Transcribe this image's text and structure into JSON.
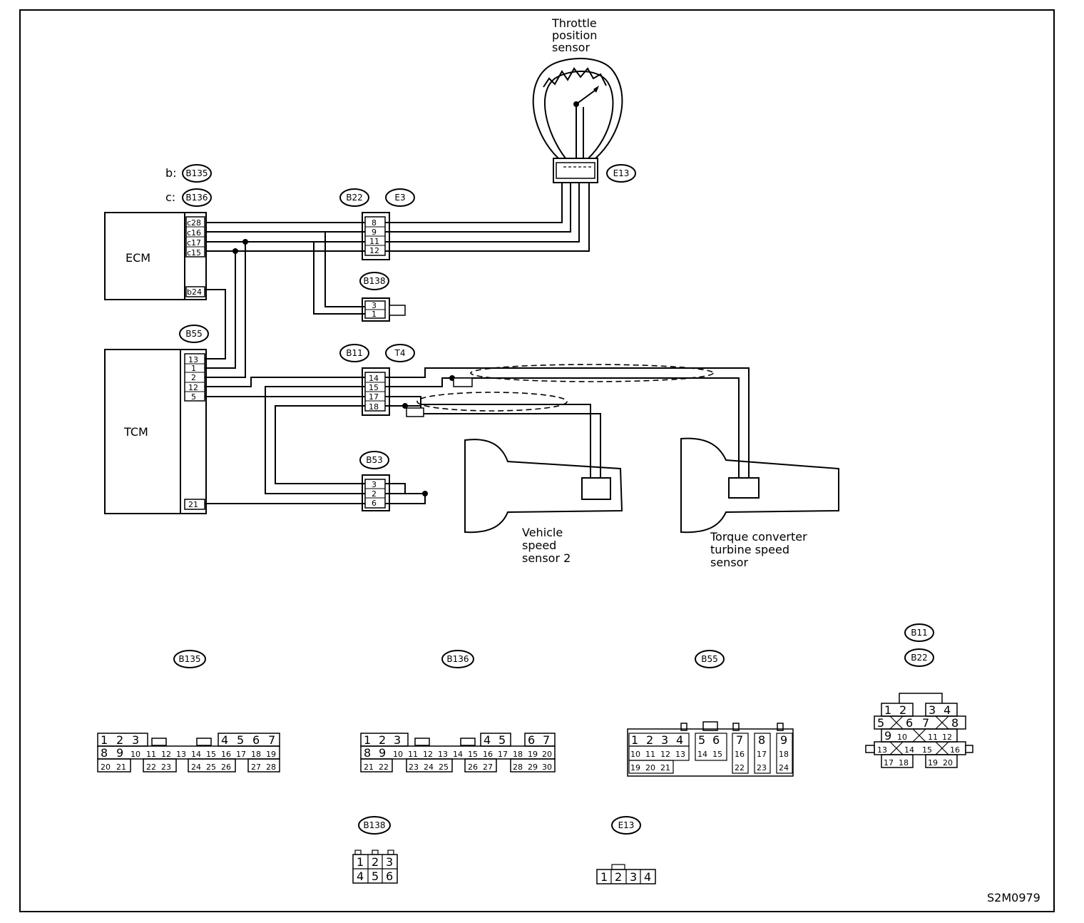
{
  "sensor_labels": {
    "throttle": [
      "Throttle",
      "position",
      "sensor"
    ],
    "vss": [
      "Vehicle",
      "speed",
      "sensor 2"
    ],
    "tcts": [
      "Torque converter",
      "turbine speed",
      "sensor"
    ]
  },
  "modules": {
    "ecm": "ECM",
    "tcm": "TCM"
  },
  "prefix": {
    "b": "b:",
    "c": "c:"
  },
  "connectors": {
    "b135": "B135",
    "b136": "B136",
    "b22": "B22",
    "e3": "E3",
    "e13": "E13",
    "b138": "B138",
    "b55": "B55",
    "b11": "B11",
    "t4": "T4",
    "b53": "B53"
  },
  "ecm_pins": [
    "c28",
    "c16",
    "c17",
    "c15",
    "b24"
  ],
  "tcm_pins": [
    "13",
    "1",
    "2",
    "12",
    "5",
    "21"
  ],
  "b22_pins": [
    "8",
    "9",
    "11",
    "12"
  ],
  "b138_pins": [
    "3",
    "1"
  ],
  "b11_pins": [
    "14",
    "15",
    "17",
    "18"
  ],
  "b53_pins": [
    "3",
    "2",
    "6"
  ],
  "faces": {
    "b135": {
      "row1": [
        "1",
        "2",
        "3",
        "4",
        "5",
        "6",
        "7"
      ],
      "row2": [
        "8",
        "9",
        "10",
        "11",
        "12",
        "13",
        "14",
        "15",
        "16",
        "17",
        "18",
        "19"
      ],
      "row3": [
        "20",
        "21",
        "22",
        "23",
        "24",
        "25",
        "26",
        "27",
        "28"
      ]
    },
    "b136": {
      "row1": [
        "1",
        "2",
        "3",
        "4",
        "5",
        "6",
        "7"
      ],
      "row2": [
        "8",
        "9",
        "10",
        "11",
        "12",
        "13",
        "14",
        "15",
        "16",
        "17",
        "18",
        "19",
        "20"
      ],
      "row3": [
        "21",
        "22",
        "23",
        "24",
        "25",
        "26",
        "27",
        "28",
        "29",
        "30"
      ]
    },
    "b55": {
      "row1": [
        "1",
        "2",
        "3",
        "4",
        "5",
        "6",
        "7",
        "8",
        "9"
      ],
      "row2": [
        "10",
        "11",
        "12",
        "13",
        "14",
        "15",
        "16",
        "17",
        "18"
      ],
      "row3": [
        "19",
        "20",
        "21",
        "22",
        "23",
        "24"
      ]
    },
    "b11b22": {
      "row1": [
        "1",
        "2",
        "3",
        "4"
      ],
      "row2": [
        "5",
        "6",
        "7",
        "8"
      ],
      "row3": [
        "9",
        "10",
        "11",
        "12"
      ],
      "row4": [
        "13",
        "14",
        "15",
        "16"
      ],
      "row5": [
        "17",
        "18",
        "19",
        "20"
      ]
    },
    "b138": {
      "row1": [
        "1",
        "2",
        "3"
      ],
      "row2": [
        "4",
        "5",
        "6"
      ]
    },
    "e13": {
      "row1": [
        "1",
        "2",
        "3",
        "4"
      ]
    }
  },
  "figure_code": "S2M0979"
}
